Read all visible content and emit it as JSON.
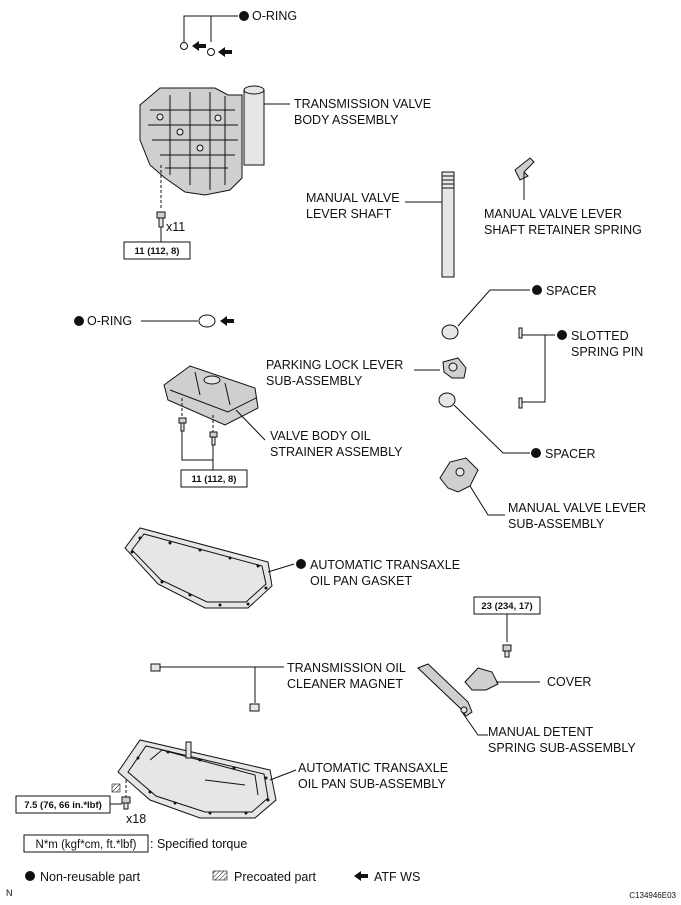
{
  "labels": {
    "oring_top": "O-RING",
    "valve_body_1": "TRANSMISSION VALVE",
    "valve_body_2": "BODY ASSEMBLY",
    "valve_body_qty": "x11",
    "manual_valve_lever_shaft_1": "MANUAL VALVE",
    "manual_valve_lever_shaft_2": "LEVER SHAFT",
    "retainer_spring_1": "MANUAL VALVE LEVER",
    "retainer_spring_2": "SHAFT RETAINER SPRING",
    "spacer_top": "SPACER",
    "oring_mid": "O-RING",
    "slotted_pin_1": "SLOTTED",
    "slotted_pin_2": "SPRING PIN",
    "parking_lock_1": "PARKING LOCK LEVER",
    "parking_lock_2": "SUB-ASSEMBLY",
    "strainer_1": "VALVE BODY OIL",
    "strainer_2": "STRAINER ASSEMBLY",
    "spacer_bottom": "SPACER",
    "manual_lever_1": "MANUAL VALVE LEVER",
    "manual_lever_2": "SUB-ASSEMBLY",
    "gasket_1": "AUTOMATIC TRANSAXLE",
    "gasket_2": "OIL PAN GASKET",
    "magnet_1": "TRANSMISSION OIL",
    "magnet_2": "CLEANER MAGNET",
    "cover": "COVER",
    "detent_1": "MANUAL DETENT",
    "detent_2": "SPRING SUB-ASSEMBLY",
    "oil_pan_1": "AUTOMATIC TRANSAXLE",
    "oil_pan_2": "OIL PAN SUB-ASSEMBLY",
    "oil_pan_qty": "x18"
  },
  "torques": {
    "valve_body": "11 (112, 8)",
    "strainer": "11 (112, 8)",
    "cover": "23 (234, 17)",
    "oil_pan": "7.5 (76, 66 in.*lbf)"
  },
  "legend": {
    "torque_unit": "N*m (kgf*cm, ft.*lbf)",
    "torque_desc": ": Specified torque",
    "non_reusable": "Non-reusable part",
    "precoated": "Precoated part",
    "atf": "ATF WS"
  },
  "footer": {
    "corner_mark": "N",
    "figure_code": "C134946E03"
  },
  "icons": [
    "non-reusable-dot-icon",
    "precoated-hatch-icon",
    "atf-arrow-icon"
  ]
}
